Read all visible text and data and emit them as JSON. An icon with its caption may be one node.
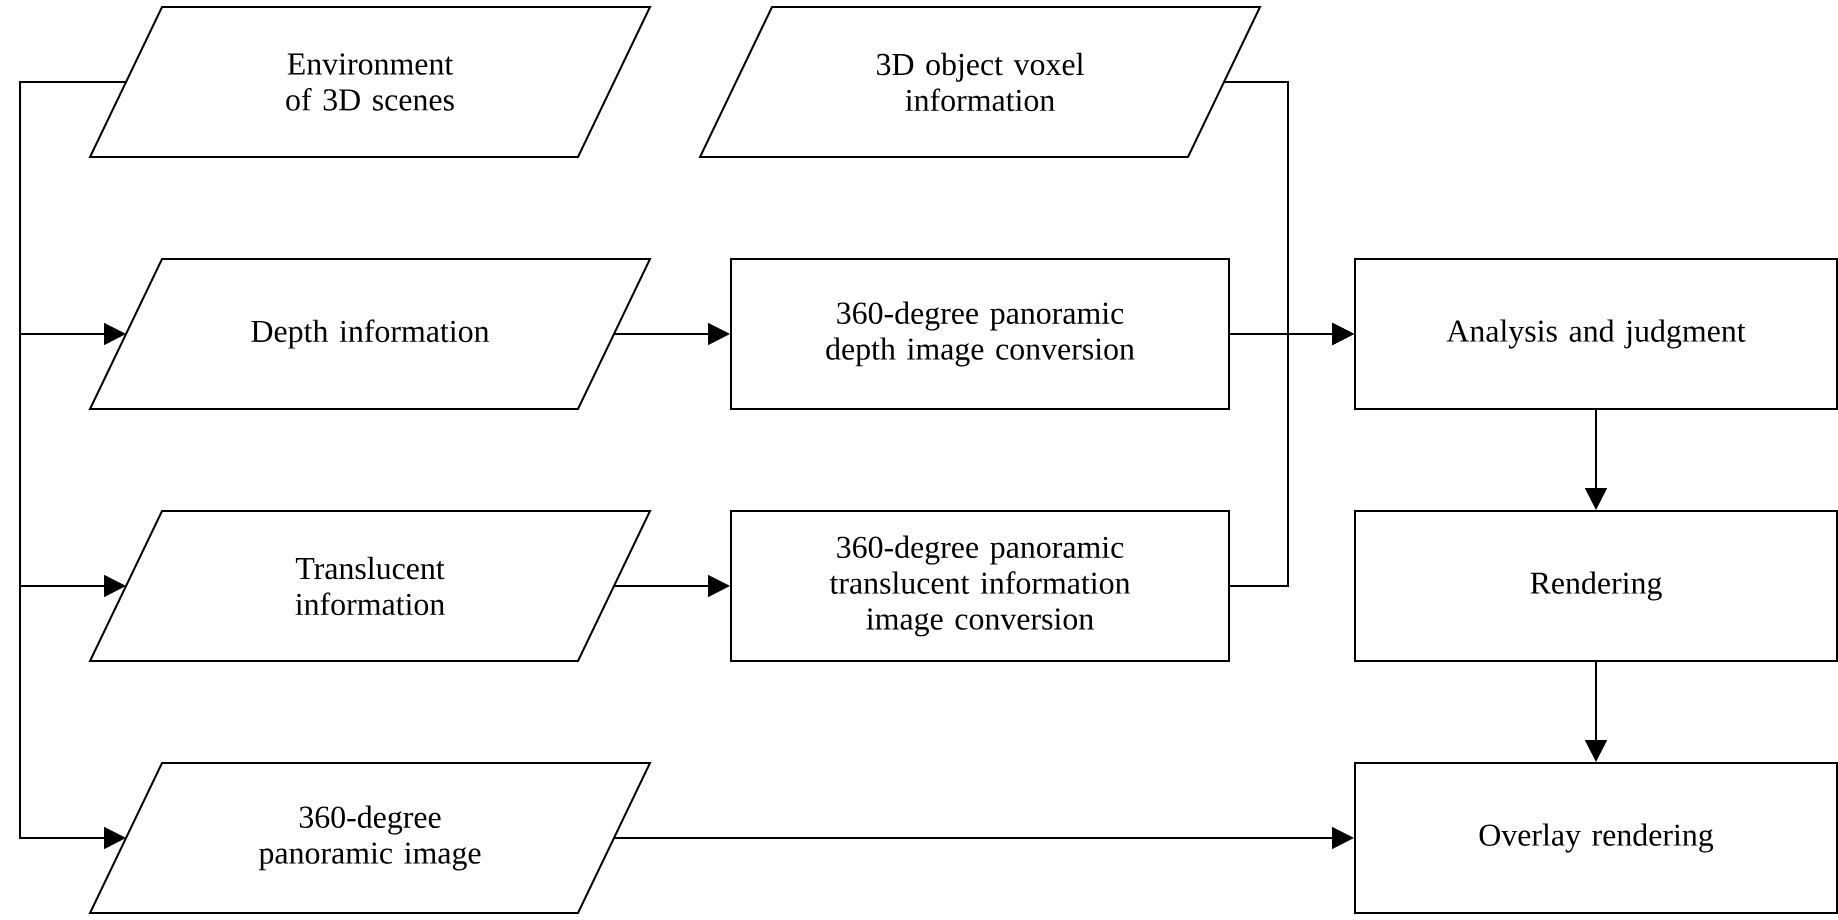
{
  "diagram": {
    "nodes": [
      {
        "text": [
          "Environment of 3D scenes"
        ]
      },
      {
        "text": [
          "3D object voxel information"
        ]
      },
      {
        "text": [
          "Depth information"
        ]
      },
      {
        "text": [
          "360-degree panoramic depth image conversion"
        ]
      },
      {
        "text": [
          "Translucent information"
        ]
      },
      {
        "text": [
          "360-degree panoramic translucent information image conversion"
        ]
      },
      {
        "text": [
          "360-degree panoramic image"
        ]
      },
      {
        "text": [
          "Analysis and judgment"
        ]
      },
      {
        "text": [
          "Rendering"
        ]
      },
      {
        "text": [
          "Overlay rendering"
        ]
      }
    ],
    "edges": [
      {
        "from": 0,
        "to": 2,
        "arrow": "to"
      },
      {
        "from": 0,
        "to": 4,
        "arrow": "to"
      },
      {
        "from": 0,
        "to": 6,
        "arrow": "to"
      },
      {
        "from": 2,
        "to": 3,
        "arrow": "to"
      },
      {
        "from": 4,
        "to": 5,
        "arrow": "to"
      },
      {
        "from": 1,
        "to": 7,
        "arrow": "to"
      },
      {
        "from": 3,
        "to": 7,
        "arrow": "to"
      },
      {
        "from": 5,
        "to": 7,
        "arrow": "to"
      },
      {
        "from": 6,
        "to": 9,
        "arrow": "to"
      },
      {
        "from": 7,
        "to": 8,
        "arrow": "to"
      },
      {
        "from": 8,
        "to": 9,
        "arrow": "to"
      }
    ]
  }
}
